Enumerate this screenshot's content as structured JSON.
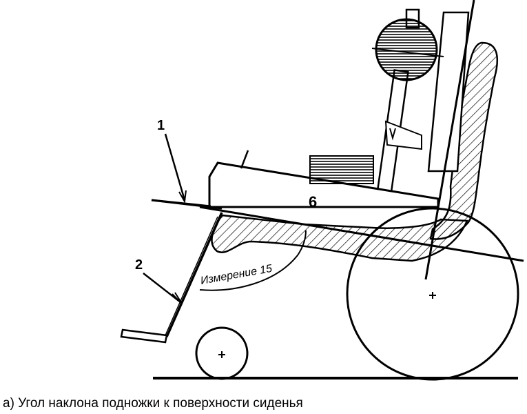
{
  "labels": {
    "label_1": "1",
    "label_2": "2",
    "label_6": "6",
    "measurement": "Измерение 15"
  },
  "caption": "а) Угол наклона подножки к поверхности сиденья",
  "colors": {
    "ink": "#000000",
    "background": "#ffffff"
  }
}
